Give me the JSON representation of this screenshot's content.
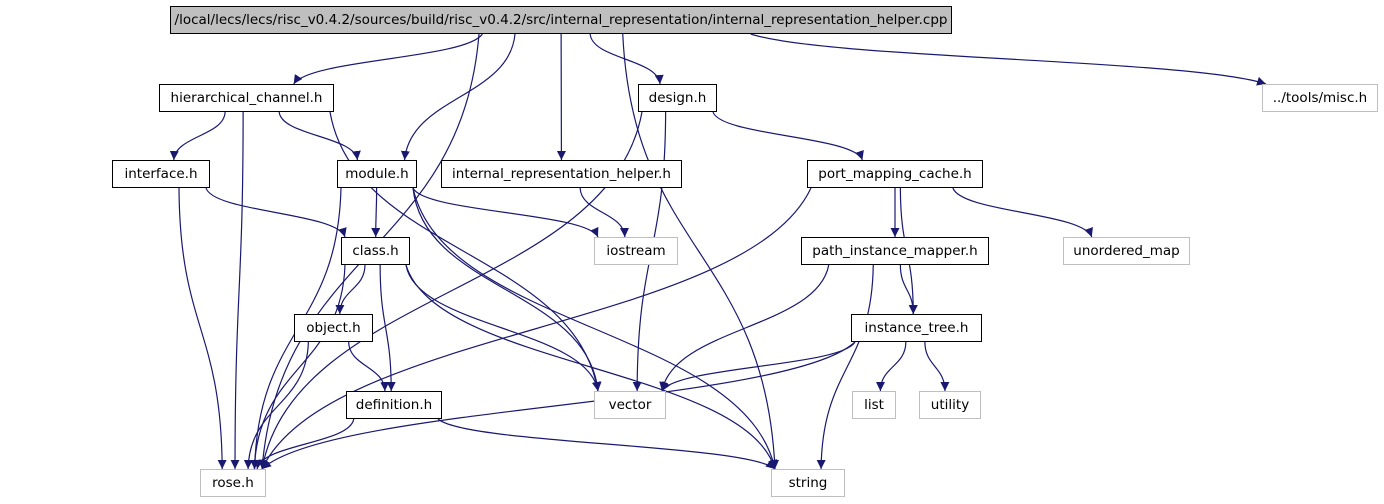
{
  "nodes": [
    {
      "id": "root",
      "label": "/local/lecs/lecs/risc_v0.4.2/sources/build/risc_v0.4.2/src/internal_representation/internal_representation_helper.cpp",
      "kind": "root"
    },
    {
      "id": "hier",
      "label": "hierarchical_channel.h",
      "kind": "local"
    },
    {
      "id": "design",
      "label": "design.h",
      "kind": "local"
    },
    {
      "id": "misc",
      "label": "../tools/misc.h",
      "kind": "external"
    },
    {
      "id": "iface",
      "label": "interface.h",
      "kind": "local"
    },
    {
      "id": "module",
      "label": "module.h",
      "kind": "local"
    },
    {
      "id": "irh",
      "label": "internal_representation_helper.h",
      "kind": "local"
    },
    {
      "id": "pmc",
      "label": "port_mapping_cache.h",
      "kind": "local"
    },
    {
      "id": "class",
      "label": "class.h",
      "kind": "local"
    },
    {
      "id": "iostream",
      "label": "iostream",
      "kind": "external"
    },
    {
      "id": "pim",
      "label": "path_instance_mapper.h",
      "kind": "local"
    },
    {
      "id": "umap",
      "label": "unordered_map",
      "kind": "external"
    },
    {
      "id": "object",
      "label": "object.h",
      "kind": "local"
    },
    {
      "id": "itree",
      "label": "instance_tree.h",
      "kind": "local"
    },
    {
      "id": "definition",
      "label": "definition.h",
      "kind": "local"
    },
    {
      "id": "vector",
      "label": "vector",
      "kind": "external"
    },
    {
      "id": "list",
      "label": "list",
      "kind": "external"
    },
    {
      "id": "utility",
      "label": "utility",
      "kind": "external"
    },
    {
      "id": "rose",
      "label": "rose.h",
      "kind": "external"
    },
    {
      "id": "string",
      "label": "string",
      "kind": "external"
    }
  ],
  "edges": [
    [
      "root",
      "rose"
    ],
    [
      "root",
      "hier"
    ],
    [
      "root",
      "module"
    ],
    [
      "root",
      "irh"
    ],
    [
      "root",
      "design"
    ],
    [
      "root",
      "string"
    ],
    [
      "root",
      "misc"
    ],
    [
      "hier",
      "rose"
    ],
    [
      "hier",
      "iface"
    ],
    [
      "hier",
      "module"
    ],
    [
      "hier",
      "vector"
    ],
    [
      "design",
      "rose"
    ],
    [
      "design",
      "vector"
    ],
    [
      "design",
      "pmc"
    ],
    [
      "iface",
      "rose"
    ],
    [
      "iface",
      "class"
    ],
    [
      "module",
      "rose"
    ],
    [
      "module",
      "class"
    ],
    [
      "module",
      "iostream"
    ],
    [
      "module",
      "vector"
    ],
    [
      "module",
      "string"
    ],
    [
      "irh",
      "iostream"
    ],
    [
      "pmc",
      "rose"
    ],
    [
      "pmc",
      "pim"
    ],
    [
      "pmc",
      "umap"
    ],
    [
      "pmc",
      "itree"
    ],
    [
      "class",
      "rose"
    ],
    [
      "class",
      "object"
    ],
    [
      "class",
      "definition"
    ],
    [
      "class",
      "vector"
    ],
    [
      "class",
      "string"
    ],
    [
      "pim",
      "vector"
    ],
    [
      "pim",
      "itree"
    ],
    [
      "pim",
      "string"
    ],
    [
      "object",
      "rose"
    ],
    [
      "object",
      "definition"
    ],
    [
      "itree",
      "rose"
    ],
    [
      "itree",
      "vector"
    ],
    [
      "itree",
      "list"
    ],
    [
      "itree",
      "utility"
    ],
    [
      "definition",
      "rose"
    ],
    [
      "definition",
      "string"
    ]
  ],
  "colors": {
    "edge": "#191970",
    "root_fill": "#bfbfbf",
    "external_border": "#bfbfbf",
    "local_border": "#000000"
  }
}
